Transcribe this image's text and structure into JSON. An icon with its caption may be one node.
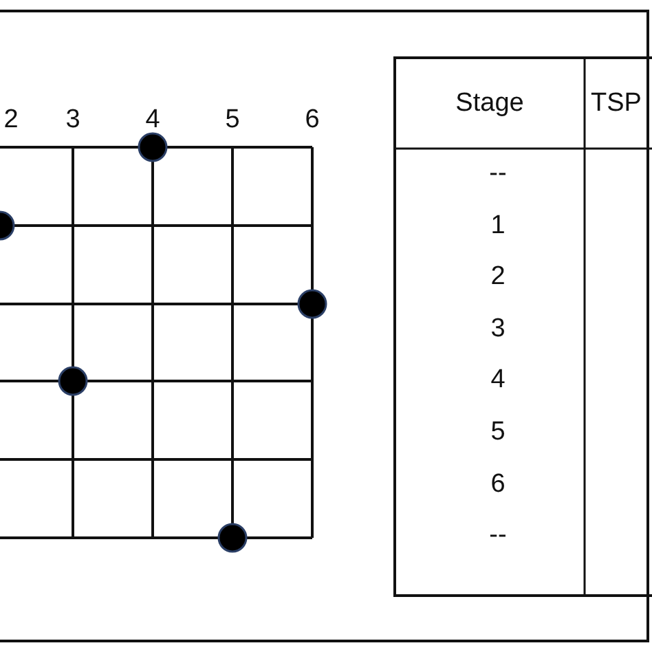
{
  "diagram": {
    "labels": [
      "2",
      "3",
      "4",
      "5",
      "6",
      "Stage",
      "TSP",
      "--",
      "1",
      "2",
      "3",
      "4",
      "5",
      "6",
      "--"
    ]
  }
}
